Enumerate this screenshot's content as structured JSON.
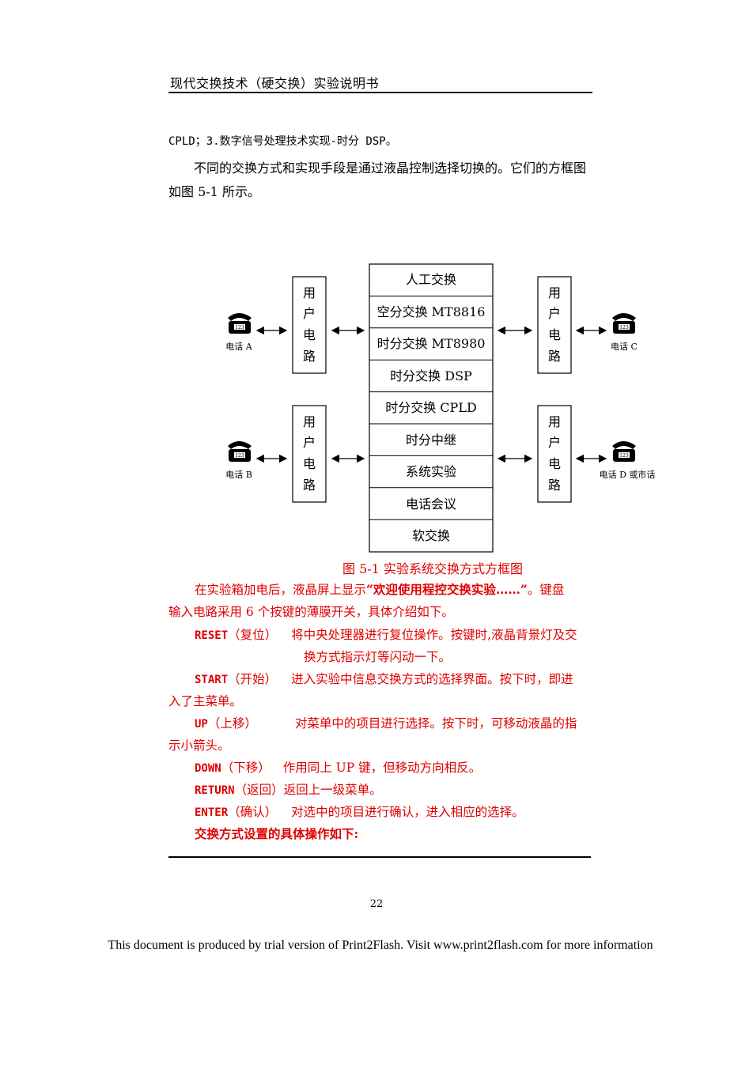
{
  "header": {
    "title": "现代交换技术（硬交换）实验说明书"
  },
  "intro": {
    "line1": "CPLD；3.数字信号处理技术实现-时分 DSP。",
    "para2_line1": "不同的交换方式和实现手段是通过液晶控制选择切换的。它们的方框图",
    "para2_line2": "如图 5-1 所示。"
  },
  "diagram": {
    "switch_boxes": [
      "人工交换",
      "空分交换 MT8816",
      "时分交换 MT8980",
      "时分交换 DSP",
      "时分交换 CPLD",
      "时分中继",
      "系统实验",
      "电话会议",
      "软交换"
    ],
    "user_circuit_chars": [
      "用",
      "户",
      "电",
      "路"
    ],
    "phones": {
      "a": "电话 A",
      "b": "电话 B",
      "c": "电话 C",
      "d": "电话 D 或市话"
    },
    "caption": "图 5-1   实验系统交换方式方框图"
  },
  "body": {
    "p1_line1_start": "在实验箱加电后，液晶屏上显示",
    "p1_line1_bold": "“欢迎使用程控交换实验……”",
    "p1_line1_end": "。键盘",
    "p1_line2": "输入电路采用 6 个按键的薄膜开关，具体介绍如下。",
    "reset_key": "RESET",
    "reset_label": "（复位）",
    "reset_desc1": "将中央处理器进行复位操作。按键时,液晶背景灯及交",
    "reset_desc2": "换方式指示灯等闪动一下。",
    "start_key": "START",
    "start_label": "（开始）",
    "start_desc1": "进入实验中信息交换方式的选择界面。按下时，即进",
    "start_desc2": "入了主菜单。",
    "up_key": "UP",
    "up_label": "（上移）",
    "up_desc1": "对菜单中的项目进行选择。按下时，可移动液晶的指",
    "up_desc2": "示小箭头。",
    "down_key": "DOWN",
    "down_label": "（下移）",
    "down_desc": "作用同上 UP 键，但移动方向相反。",
    "return_key": "RETURN",
    "return_label": "（返回）",
    "return_desc": "返回上一级菜单。",
    "enter_key": "ENTER",
    "enter_label": "（确认）",
    "enter_desc": "对选中的项目进行确认，进入相应的选择。",
    "closing": "交换方式设置的具体操作如下:"
  },
  "footer": {
    "page_number": "22",
    "trial_notice": "This document is produced by trial version of Print2Flash. Visit www.print2flash.com for more information"
  }
}
